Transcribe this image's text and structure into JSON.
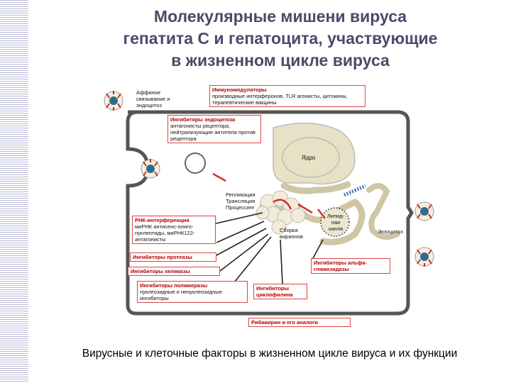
{
  "title": {
    "line1": "Молекулярные мишени вируса",
    "line2": "гепатита С и гепатоцита, участвующие",
    "line3": "в жизненном цикле вируса"
  },
  "caption": "Вирусные и клеточные факторы в жизненном цикле вируса и их функции",
  "labels": {
    "affine": "Аффиное связывание и эндоцитоз",
    "nucleus": "Ядро",
    "replication": "Репликация",
    "translation": "Трансляция",
    "processing": "Процессинг",
    "lipid": "Липид-ная капля",
    "assembly": "Сборка вирионов",
    "exocytosis": "Экзоцитоз"
  },
  "boxes": {
    "immuno": {
      "head": "Иммуномодуляторы",
      "body": "производные интерферонов, TLR агонисты, цитокины, терапевтические вакцины"
    },
    "endocytosis": {
      "head": "Ингибиторы эндоцитоза",
      "body": "антагонисты рецептора, нейтрализующие антитела против рецептора"
    },
    "rnai": {
      "head": "РНК-интерференция",
      "body": "миРНК антисенс-олиго-нуклеотиды, миРНК122-антагонисты"
    },
    "protease": {
      "head": "Ингибиторы протеазы",
      "body": ""
    },
    "helicase": {
      "head": "Ингибиторы хеликазы",
      "body": ""
    },
    "polymerase": {
      "head": "Ингибиторы полимеразы",
      "body": "нуклеозидные и ненуклеозидные ингибиторы"
    },
    "cyclophilin": {
      "head": "Ингибиторы циклофилина",
      "body": ""
    },
    "glucosidase": {
      "head": "Ингибиторы альфа-глюкозидазы",
      "body": ""
    },
    "ribavirin": {
      "head": "Рибавирин и его аналоги",
      "body": ""
    }
  },
  "colors": {
    "title": "#4a4a6a",
    "box_border": "#dd4444",
    "box_head": "#b00000",
    "nucleus": "#e7e1c6",
    "virus": "#2f6b8f"
  }
}
